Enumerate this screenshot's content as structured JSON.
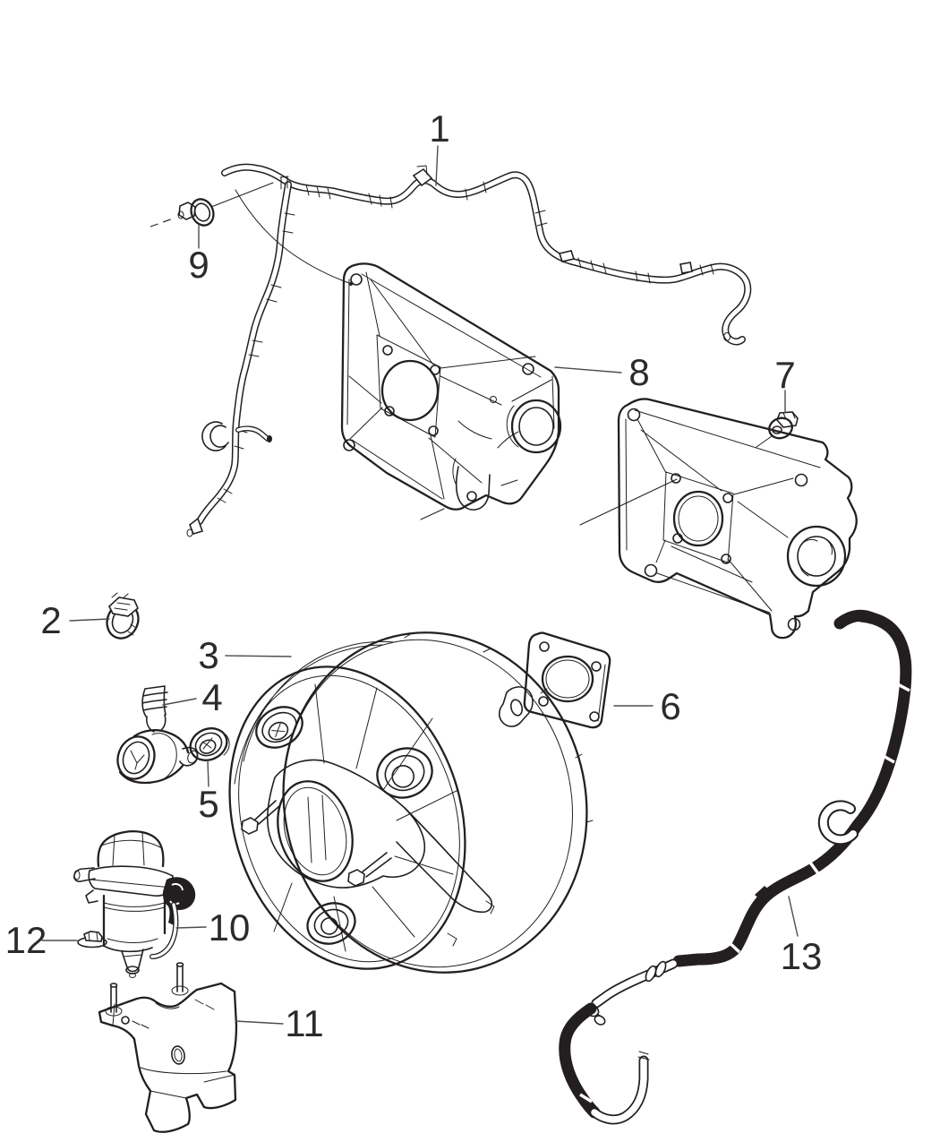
{
  "figure": {
    "background": "#ffffff",
    "line_color": "#231f20",
    "label_color": "#2b2b2b",
    "leader_color": "#4d4d4d"
  },
  "callouts": [
    {
      "id": "1",
      "label": "1"
    },
    {
      "id": "2",
      "label": "2"
    },
    {
      "id": "3",
      "label": "3"
    },
    {
      "id": "4",
      "label": "4"
    },
    {
      "id": "5",
      "label": "5"
    },
    {
      "id": "6",
      "label": "6"
    },
    {
      "id": "7",
      "label": "7"
    },
    {
      "id": "8",
      "label": "8"
    },
    {
      "id": "9",
      "label": "9"
    },
    {
      "id": "10",
      "label": "10"
    },
    {
      "id": "11",
      "label": "11"
    },
    {
      "id": "12",
      "label": "12"
    },
    {
      "id": "13",
      "label": "13"
    }
  ]
}
